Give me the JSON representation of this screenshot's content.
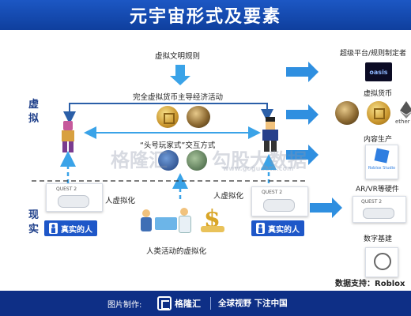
{
  "title": "元宇宙形式及要素",
  "left_labels": {
    "virtual": [
      "虚",
      "拟"
    ],
    "real": [
      "现",
      "实"
    ]
  },
  "center": {
    "civilization_rules": "虚拟文明规则",
    "economy": "完全虚拟货币主导经济活动",
    "interaction": "“头号玩家式”交互方式",
    "virtualize_left": "人虚拟化",
    "virtualize_right": "人虚拟化",
    "activity_virtualize": "人类活动的虚拟化"
  },
  "devices": {
    "headset_label": "QUEST 2"
  },
  "real_person": {
    "label": "真实的人"
  },
  "right_items": [
    {
      "label": "超级平台/规则制定者",
      "logo_text": "oasis"
    },
    {
      "label": "虚拟货币",
      "logo_text": "ether"
    },
    {
      "label": "内容生产",
      "logo_text": "Roblox Studio"
    },
    {
      "label": "AR/VR等硬件"
    },
    {
      "label": "数字基建"
    }
  ],
  "data_source": "数据支持：Roblox",
  "watermark": {
    "brand": "格隆汇",
    "slogan": "勾股大数据",
    "url": "www.gogudata.com"
  },
  "footer": {
    "made_by": "图片制作:",
    "brand": "格隆汇",
    "slogan": "全球视野 下注中国"
  },
  "colors": {
    "primary_blue": "#1c57c4",
    "arrow_blue": "#3aa3e8",
    "footer_blue": "#0e2f86"
  }
}
